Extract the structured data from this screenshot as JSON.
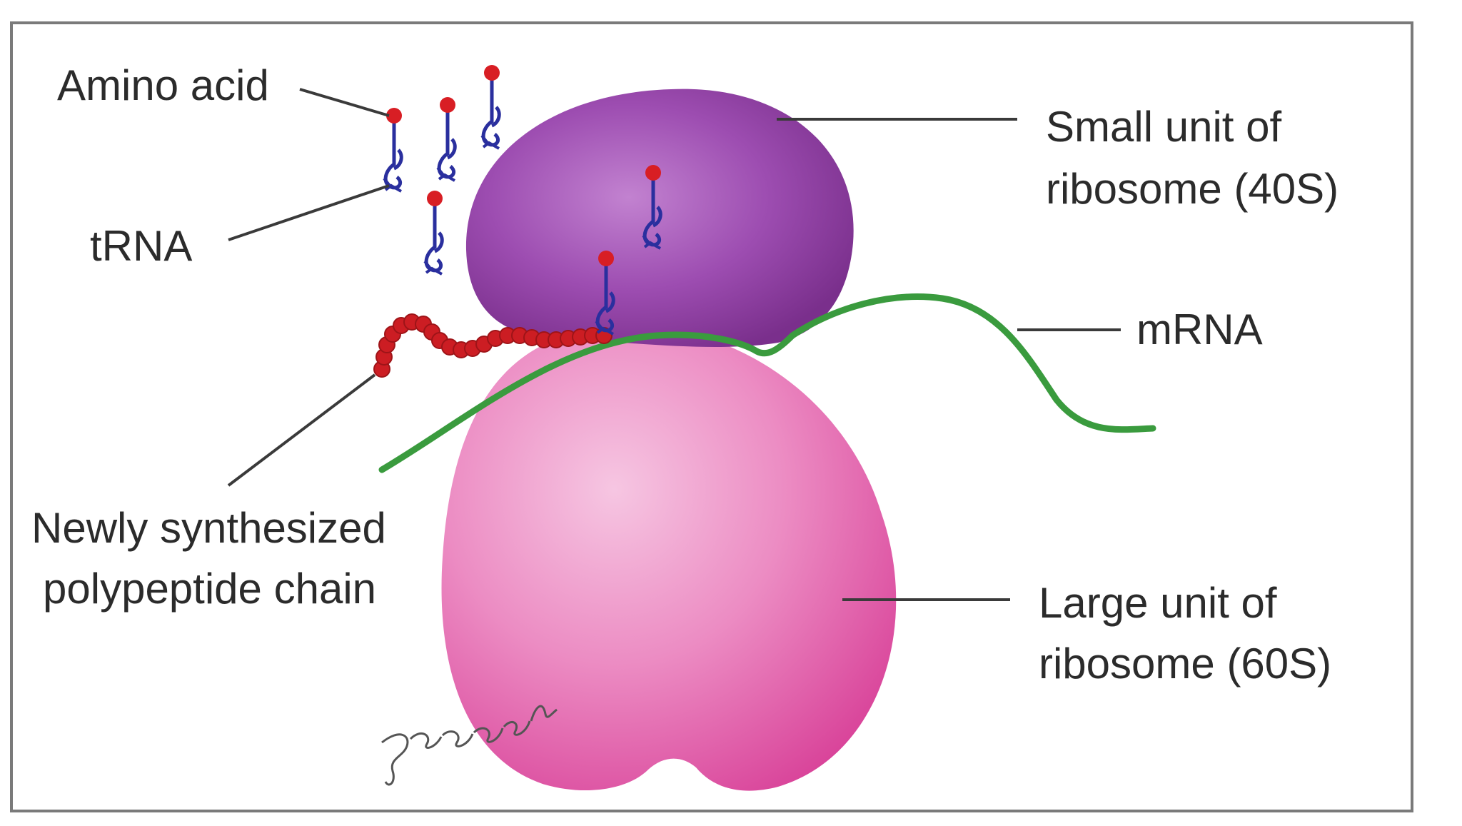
{
  "figure": {
    "labels": {
      "amino_acid": "Amino acid",
      "trna": "tRNA",
      "small_unit_line1": "Small unit of",
      "small_unit_line2": "ribosome (40S)",
      "mrna": "mRNA",
      "polypeptide_line1": "Newly synthesized",
      "polypeptide_line2": "polypeptide chain",
      "large_unit_line1": "Large unit of",
      "large_unit_line2": "ribosome (60S)"
    },
    "signature": "yogesh",
    "colors": {
      "small_subunit": "#8e3fa0",
      "large_subunit": "#e15aa6",
      "mrna": "#3a9b3e",
      "amino_acid": "#d81e24",
      "trna": "#2a2f9e",
      "leader_line": "#3a3a3a",
      "border": "#7a7a7a"
    }
  }
}
